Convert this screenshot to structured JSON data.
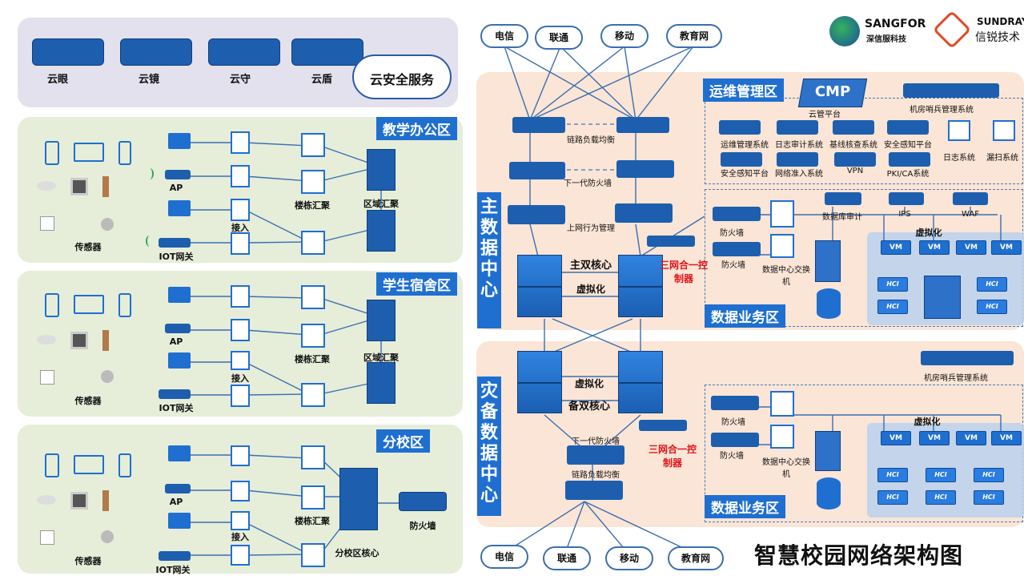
{
  "cloud_services": {
    "title": "云安全服务",
    "items": [
      "云眼",
      "云镜",
      "云守",
      "云盾"
    ]
  },
  "zones": {
    "teaching": "教学办公区",
    "dorm": "学生宿舍区",
    "branch": "分校区"
  },
  "campus_labels": {
    "ap": "AP",
    "sensor": "传感器",
    "iot_gw": "IOT网关",
    "access": "接入",
    "building_agg": "楼栋汇聚",
    "area_agg": "区域汇聚",
    "branch_core": "分校区核心",
    "firewall": "防火墙"
  },
  "isp": [
    "电信",
    "联通",
    "移动",
    "教育网"
  ],
  "main_dc": {
    "title": "主数据中心",
    "lb": "链路负载均衡",
    "ngfw": "下一代防火墙",
    "ac": "上网行为管理",
    "core": "主双核心",
    "virt": "虚拟化",
    "ctrl": "三网合一控制器"
  },
  "backup_dc": {
    "title": "灾备数据中心",
    "core": "备双核心",
    "virt": "虚拟化",
    "ngfw": "下一代防火墙",
    "lb": "链路负载均衡",
    "ctrl": "三网合一控制器"
  },
  "ops_zone": {
    "title": "运维管理区",
    "cmp": "CMP",
    "cmp_label": "云管平台",
    "sentry": "机房哨兵管理系统",
    "systems": [
      "运维管理系统",
      "日志审计系统",
      "基线核查系统",
      "安全感知平台",
      "安全感知平台",
      "网络准入系统",
      "VPN",
      "PKI/CA系统"
    ],
    "log": "日志系统",
    "scan": "漏扫系统"
  },
  "biz_zone": {
    "title": "数据业务区",
    "firewall": "防火墙",
    "dc_switch": "数据中心交换机",
    "db_audit": "数据库审计",
    "ips": "IPS",
    "waf": "WAF",
    "virt": "虚拟化",
    "vm": "VM",
    "hci": "HCI"
  },
  "backup_biz": {
    "sentry": "机房哨兵管理系统",
    "title": "数据业务区"
  },
  "brand": {
    "sangfor": "SANGFOR",
    "sangfor_cn": "深信服科技",
    "sundray": "SUNDRAY",
    "sundray_cn": "信锐技术"
  },
  "main_title": "智慧校园网络架构图",
  "colors": {
    "accent": "#1f6fd0",
    "panel_green": "#e6edd9",
    "panel_purple": "#e4e1ee",
    "panel_peach": "#fbe5d6",
    "alert_red": "#e0151b"
  }
}
